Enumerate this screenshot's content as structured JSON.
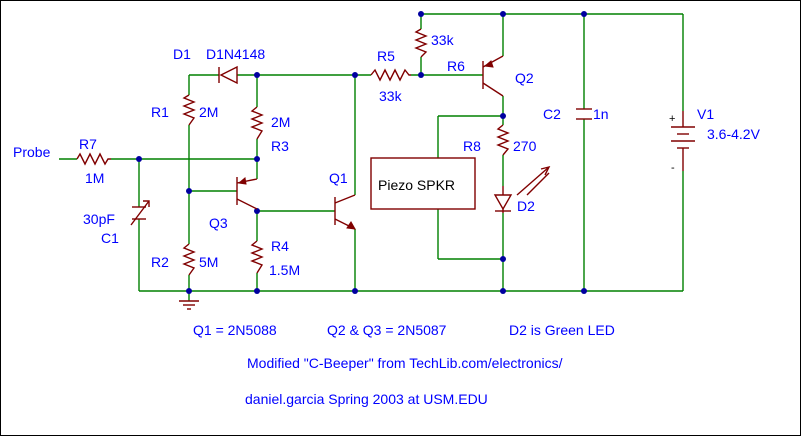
{
  "components": {
    "d1": {
      "ref": "D1",
      "part": "D1N4148"
    },
    "r1": {
      "ref": "R1",
      "value": "2M"
    },
    "r2": {
      "ref": "R2",
      "value": "5M"
    },
    "r3": {
      "ref": "R3",
      "value": "2M"
    },
    "r4": {
      "ref": "R4",
      "value": "1.5M"
    },
    "r5": {
      "ref": "R5",
      "value": "33k"
    },
    "r6": {
      "ref": "R6",
      "value": "33k"
    },
    "r7": {
      "ref": "R7",
      "value": "1M"
    },
    "r8": {
      "ref": "R8",
      "value": "270"
    },
    "c1": {
      "ref": "C1",
      "value": "30pF"
    },
    "c2": {
      "ref": "C2",
      "value": "1n"
    },
    "q1": {
      "ref": "Q1"
    },
    "q2": {
      "ref": "Q2"
    },
    "q3": {
      "ref": "Q3"
    },
    "d2": {
      "ref": "D2"
    },
    "v1": {
      "ref": "V1",
      "value": "3.6-4.2V",
      "plus": "+",
      "minus": "-"
    },
    "piezo": {
      "label": "Piezo SPKR"
    },
    "probe": {
      "label": "Probe"
    }
  },
  "notes": {
    "q1_part": "Q1 = 2N5088",
    "q2q3_part": "Q2 & Q3 = 2N5087",
    "d2_note": "D2 is Green LED",
    "credit1": "Modified \"C-Beeper\" from TechLib.com/electronics/",
    "credit2": "daniel.garcia Spring 2003 at USM.EDU"
  },
  "colors": {
    "wire": "#008000",
    "component": "#800000",
    "label": "#0000ff",
    "node": "#0000a0"
  }
}
